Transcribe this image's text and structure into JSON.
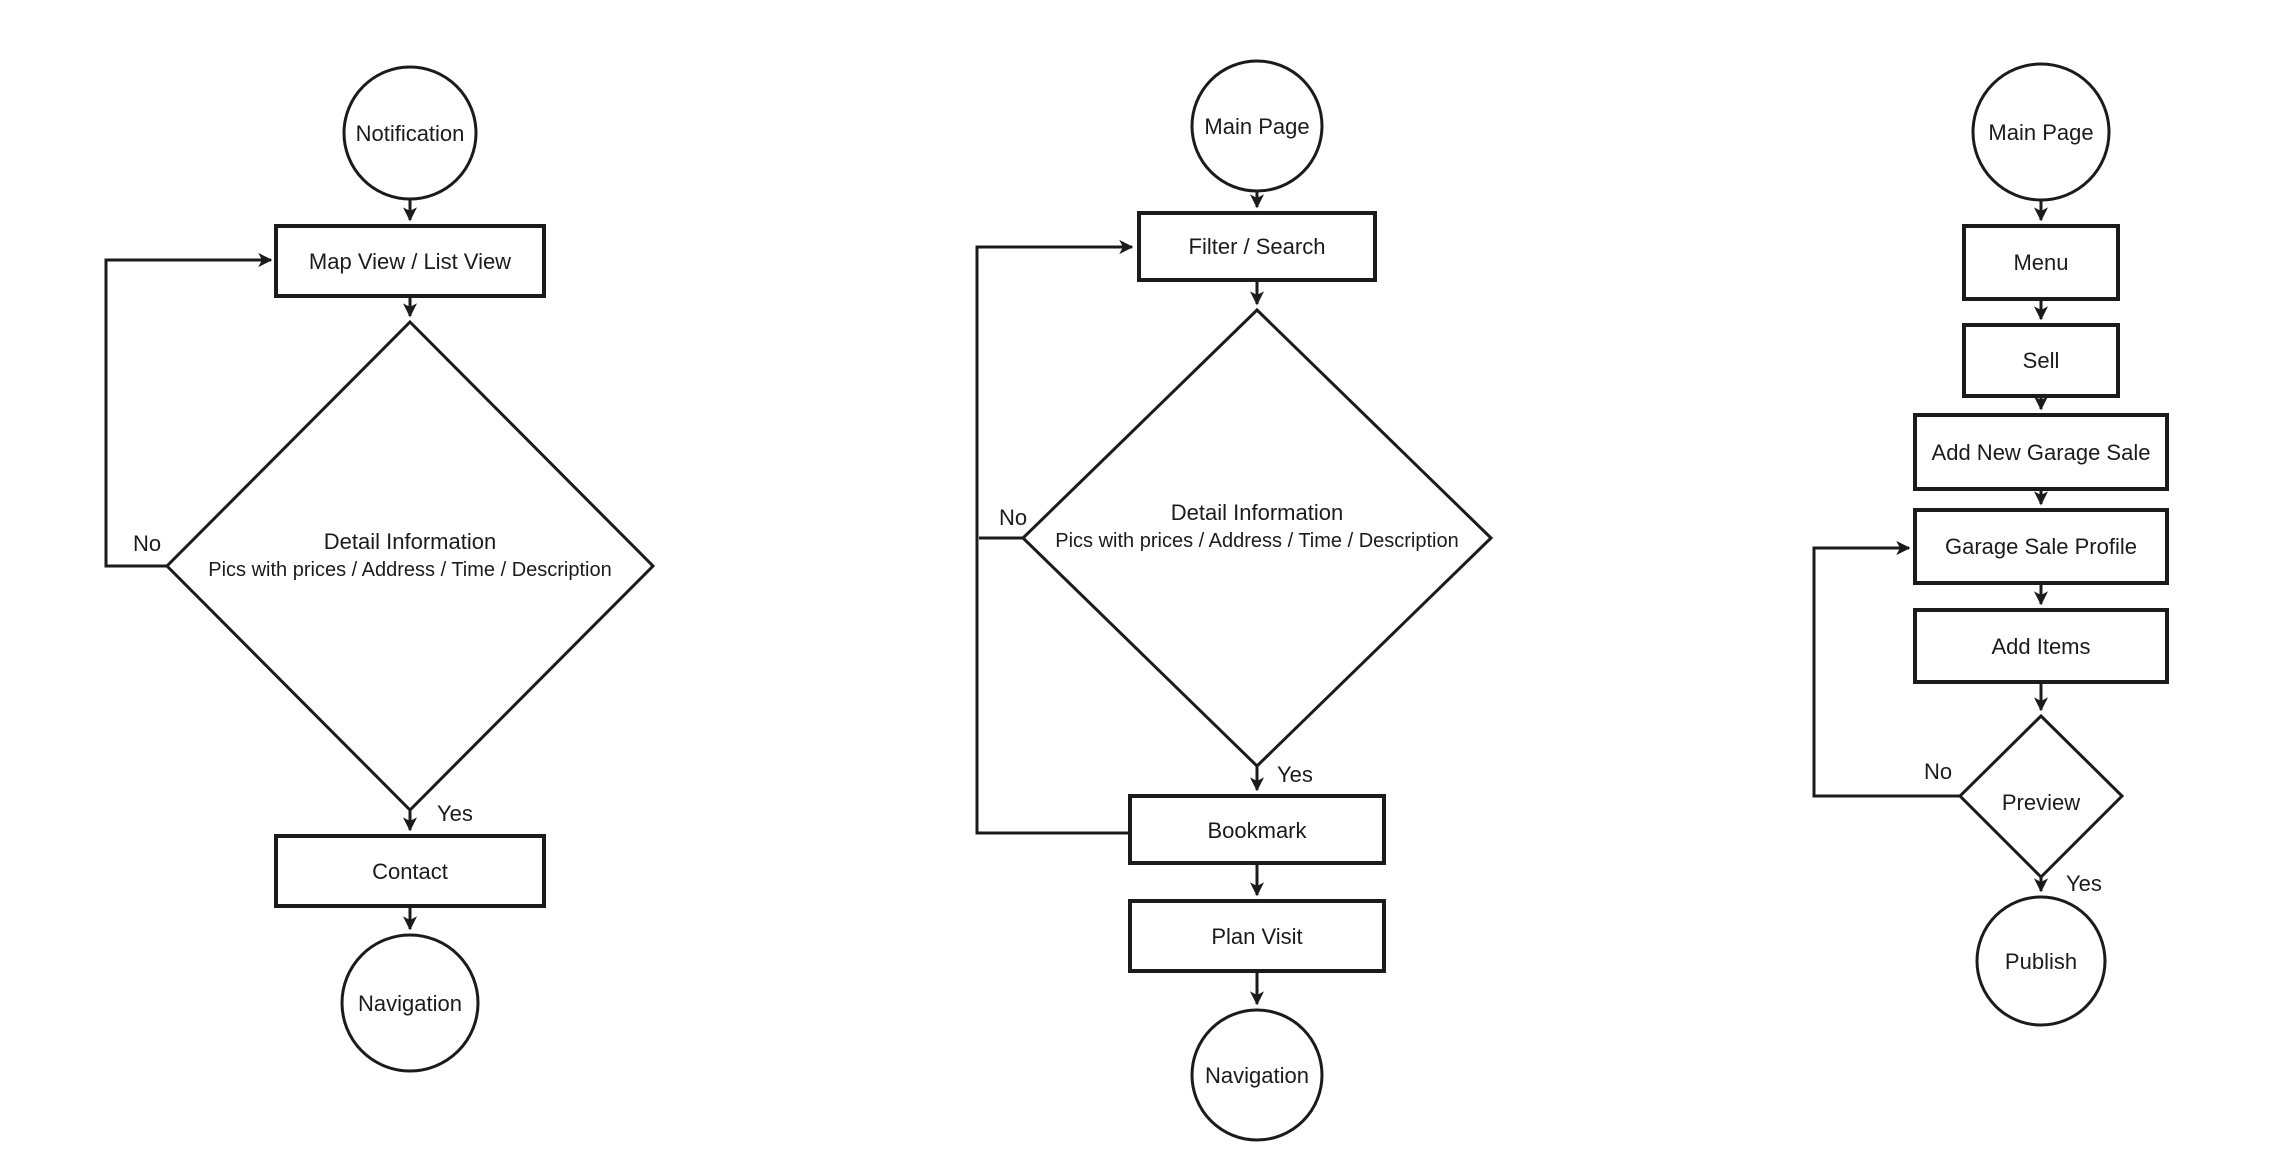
{
  "page": {
    "background_color": "#ffffff",
    "ink_color": "#1b1b1b"
  },
  "flows": [
    {
      "name": "notification-browse-flow",
      "start": "Notification",
      "step1": "Map View / List View",
      "decision_line1": "Detail Information",
      "decision_line2": "Pics with prices / Address / Time / Description",
      "no": "No",
      "yes": "Yes",
      "step2": "Contact",
      "end": "Navigation"
    },
    {
      "name": "search-bookmark-flow",
      "start": "Main Page",
      "step1": "Filter / Search",
      "decision_line1": "Detail Information",
      "decision_line2": "Pics with prices / Address / Time / Description",
      "no": "No",
      "yes": "Yes",
      "step2": "Bookmark",
      "step3": "Plan Visit",
      "end": "Navigation"
    },
    {
      "name": "sell-publish-flow",
      "start": "Main Page",
      "step1": "Menu",
      "step2": "Sell",
      "step3": "Add New Garage Sale",
      "step4": "Garage Sale Profile",
      "step5": "Add Items",
      "decision": "Preview",
      "no": "No",
      "yes": "Yes",
      "end": "Publish"
    }
  ]
}
